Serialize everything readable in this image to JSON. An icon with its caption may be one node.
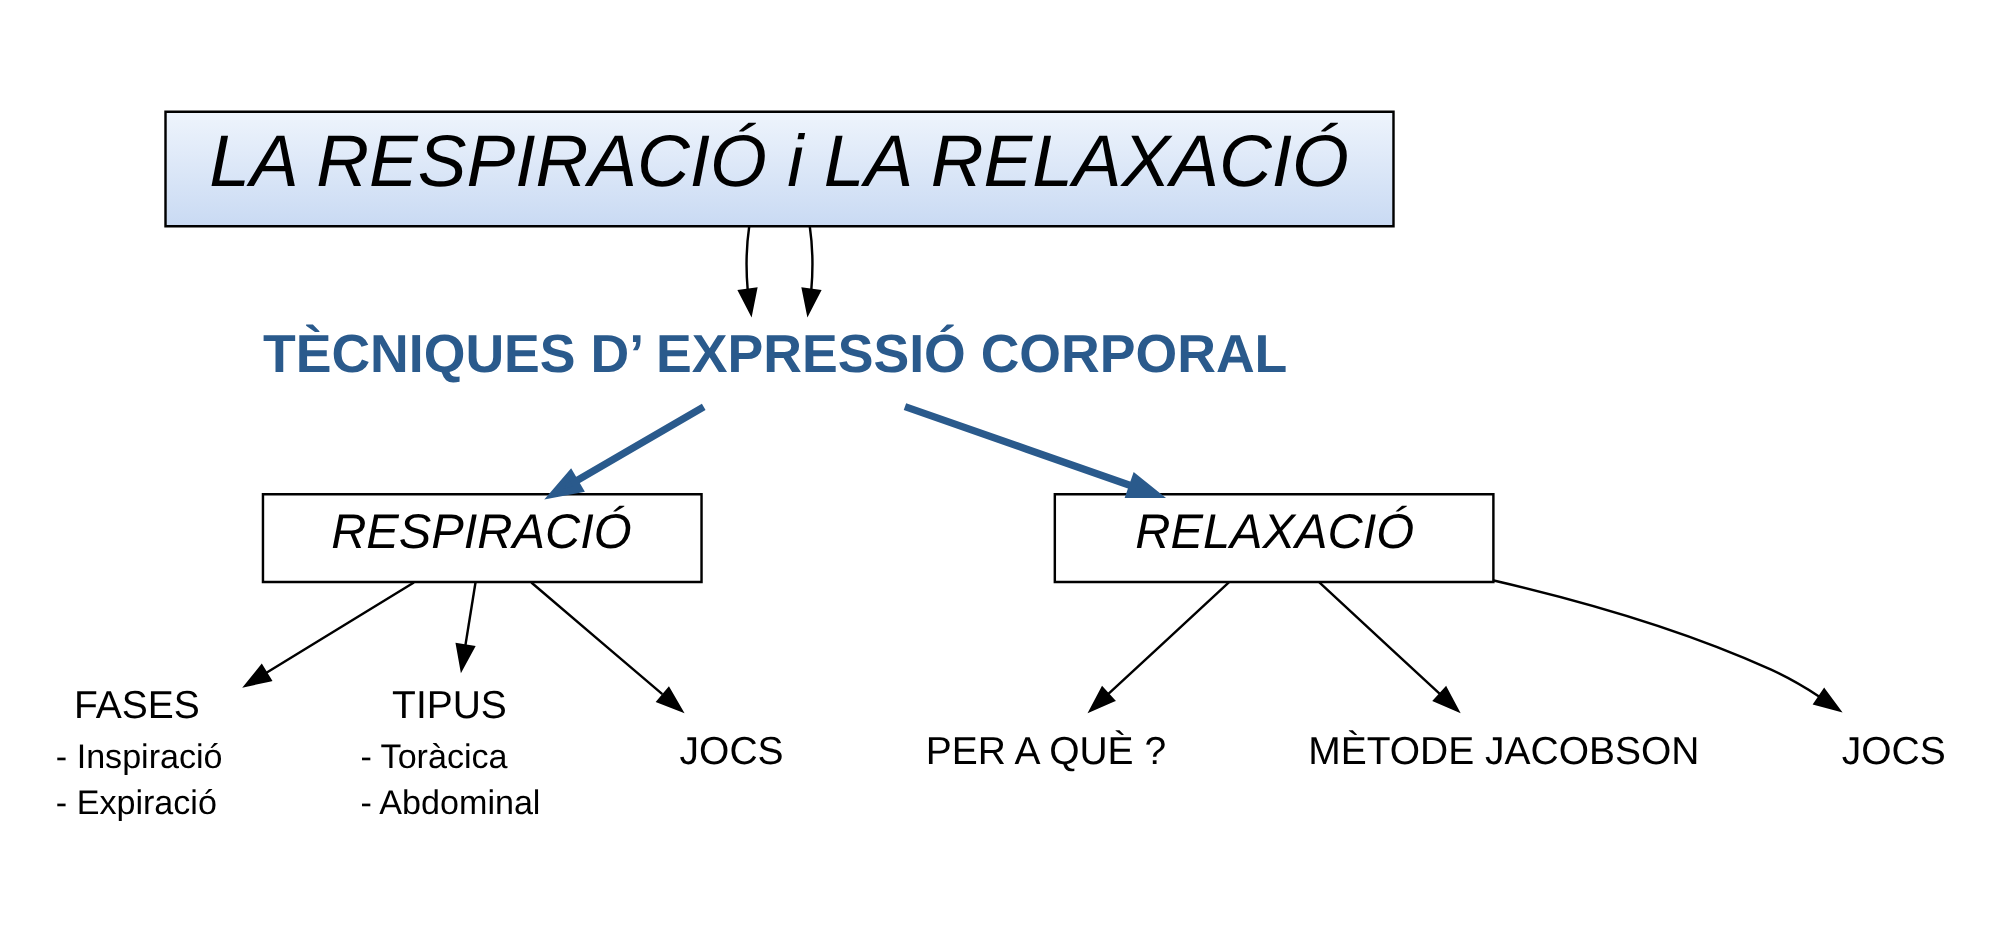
{
  "diagram": {
    "nodes": [
      {
        "text": [
          "LA RESPIRACIÓ i LA RELAXACIÓ"
        ]
      },
      {
        "text": [
          "TÈCNIQUES D’ EXPRESSIÓ CORPORAL"
        ]
      },
      {
        "text": [
          "RESPIRACIÓ"
        ]
      },
      {
        "text": [
          "RELAXACIÓ"
        ]
      },
      {
        "text": [
          "FASES"
        ],
        "beside": [
          "- Inspiració",
          "- Expiració"
        ]
      },
      {
        "text": [
          "TIPUS"
        ],
        "beside": [
          "- Toràcica",
          "- Abdominal"
        ]
      },
      {
        "text": [
          "JOCS"
        ]
      },
      {
        "text": [
          "PER A QUÈ ?"
        ]
      },
      {
        "text": [
          "MÈTODE JACOBSON"
        ]
      },
      {
        "text": [
          "JOCS"
        ]
      }
    ],
    "edges": [
      {
        "from": 0,
        "to": 1,
        "arrow": "to"
      },
      {
        "from": 0,
        "to": 1,
        "arrow": "to"
      },
      {
        "from": 1,
        "to": 2,
        "arrow": "to",
        "style": "thick",
        "color": "#2a5a8c"
      },
      {
        "from": 1,
        "to": 3,
        "arrow": "to",
        "style": "thick",
        "color": "#2a5a8c"
      },
      {
        "from": 2,
        "to": 4,
        "arrow": "to"
      },
      {
        "from": 2,
        "to": 5,
        "arrow": "to"
      },
      {
        "from": 2,
        "to": 6,
        "arrow": "to"
      },
      {
        "from": 3,
        "to": 7,
        "arrow": "to"
      },
      {
        "from": 3,
        "to": 8,
        "arrow": "to"
      },
      {
        "from": 3,
        "to": 9,
        "arrow": "to"
      }
    ]
  }
}
